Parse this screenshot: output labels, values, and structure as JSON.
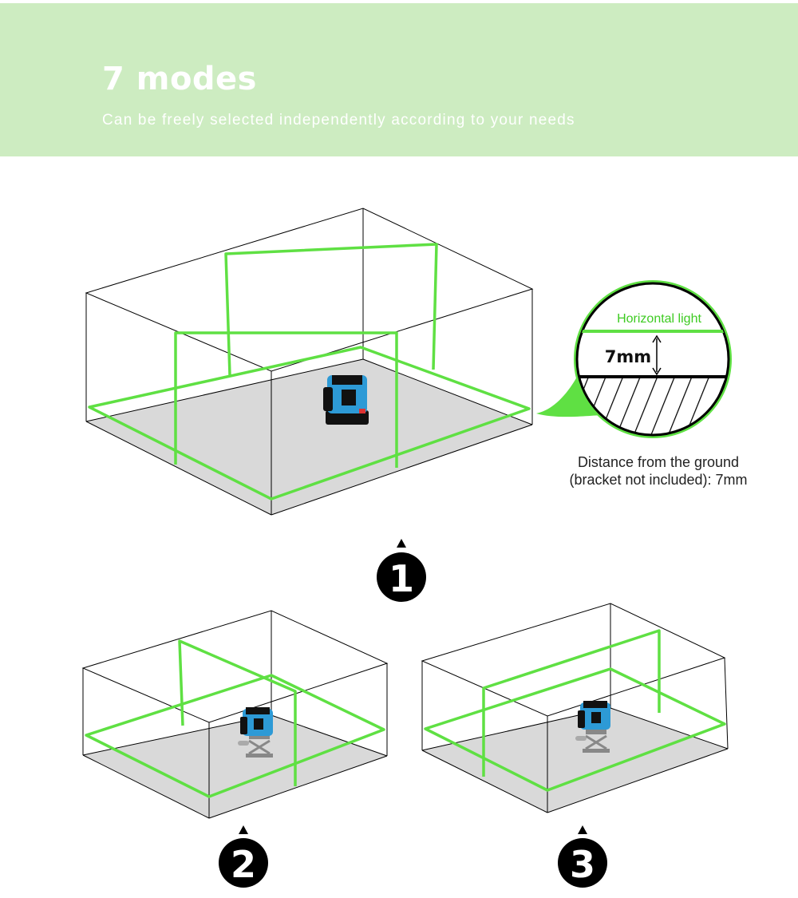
{
  "header": {
    "title": "7 modes",
    "subtitle": "Can be freely selected independently according to your needs"
  },
  "inset": {
    "line_label": "Horizontal light",
    "height_label": "7mm"
  },
  "caption": {
    "line1": "Distance from the ground",
    "line2": "(bracket not included): 7mm"
  },
  "markers": [
    "1",
    "2",
    "3"
  ],
  "icons": {
    "pointer": "up-triangle-icon",
    "device": "laser-level-icon"
  },
  "colors": {
    "banner": "#cdecc1",
    "laser": "#5fe043",
    "device_body": "#2d9ad6",
    "marker": "#000000"
  }
}
